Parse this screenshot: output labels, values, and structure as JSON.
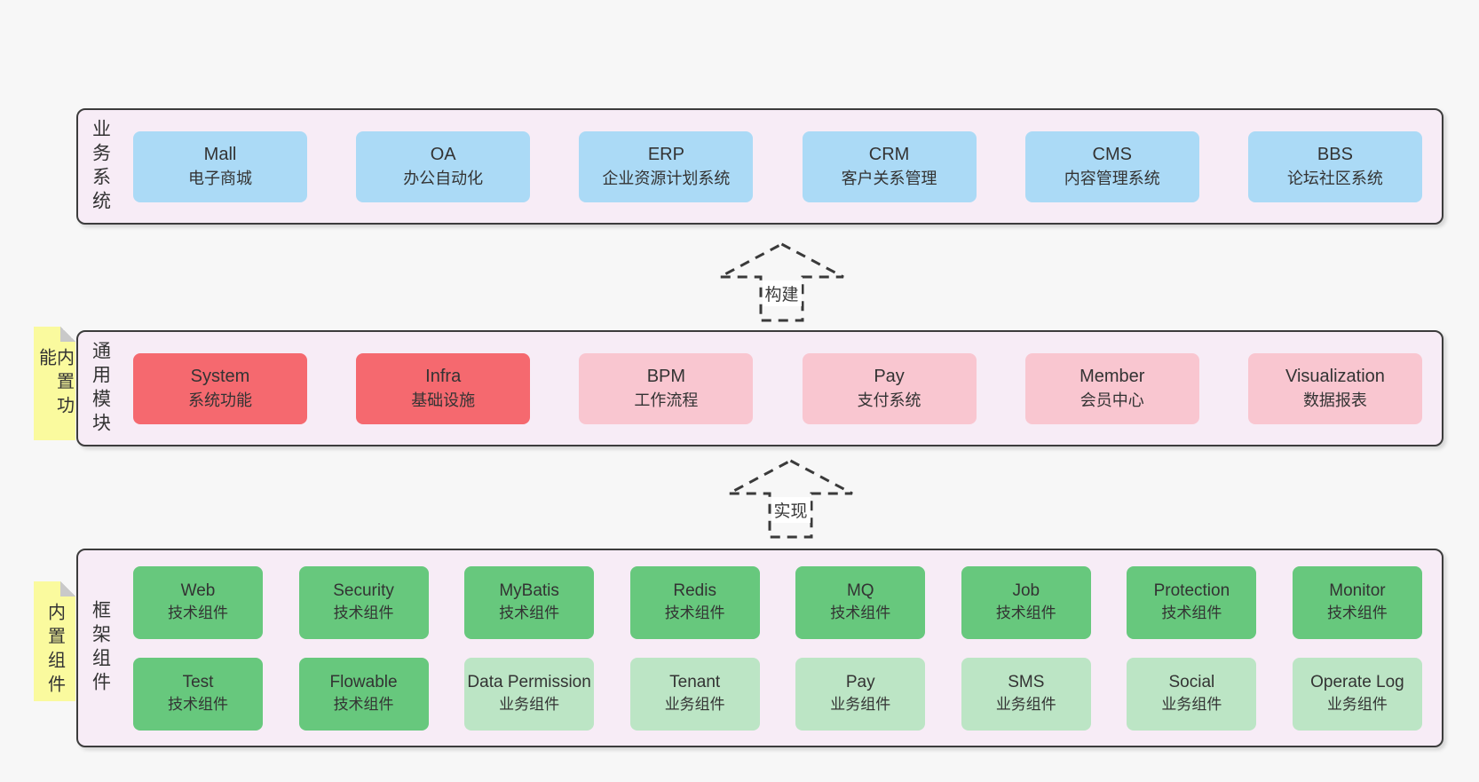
{
  "colors": {
    "page_bg": "#f7f7f7",
    "band_fill": "#f7ecf6",
    "band_border": "#3c3c3c",
    "blue_box": "#abdaf6",
    "red_box": "#f5696f",
    "pink_box": "#f9c6d0",
    "green_box": "#67c87d",
    "light_green_box": "#bce5c5",
    "sticky_yellow": "#fafa9e",
    "text": "#333333"
  },
  "bands": [
    {
      "label": "业务系统",
      "boxes": [
        {
          "en": "Mall",
          "zh": "电子商城"
        },
        {
          "en": "OA",
          "zh": "办公自动化"
        },
        {
          "en": "ERP",
          "zh": "企业资源计划系统"
        },
        {
          "en": "CRM",
          "zh": "客户关系管理"
        },
        {
          "en": "CMS",
          "zh": "内容管理系统"
        },
        {
          "en": "BBS",
          "zh": "论坛社区系统"
        }
      ]
    },
    {
      "label": "通用模块",
      "sticky": "内置功能",
      "boxes": [
        {
          "en": "System",
          "zh": "系统功能"
        },
        {
          "en": "Infra",
          "zh": "基础设施"
        },
        {
          "en": "BPM",
          "zh": "工作流程"
        },
        {
          "en": "Pay",
          "zh": "支付系统"
        },
        {
          "en": "Member",
          "zh": "会员中心"
        },
        {
          "en": "Visualization",
          "zh": "数据报表"
        }
      ]
    },
    {
      "label": "框架组件",
      "sticky": "内置组件",
      "rows": [
        [
          {
            "en": "Web",
            "zh": "技术组件"
          },
          {
            "en": "Security",
            "zh": "技术组件"
          },
          {
            "en": "MyBatis",
            "zh": "技术组件"
          },
          {
            "en": "Redis",
            "zh": "技术组件"
          },
          {
            "en": "MQ",
            "zh": "技术组件"
          },
          {
            "en": "Job",
            "zh": "技术组件"
          },
          {
            "en": "Protection",
            "zh": "技术组件"
          },
          {
            "en": "Monitor",
            "zh": "技术组件"
          }
        ],
        [
          {
            "en": "Test",
            "zh": "技术组件"
          },
          {
            "en": "Flowable",
            "zh": "技术组件"
          },
          {
            "en": "Data Permission",
            "zh": "业务组件"
          },
          {
            "en": "Tenant",
            "zh": "业务组件"
          },
          {
            "en": "Pay",
            "zh": "业务组件"
          },
          {
            "en": "SMS",
            "zh": "业务组件"
          },
          {
            "en": "Social",
            "zh": "业务组件"
          },
          {
            "en": "Operate Log",
            "zh": "业务组件"
          }
        ]
      ]
    }
  ],
  "arrows": [
    {
      "label": "构建"
    },
    {
      "label": "实现"
    }
  ]
}
